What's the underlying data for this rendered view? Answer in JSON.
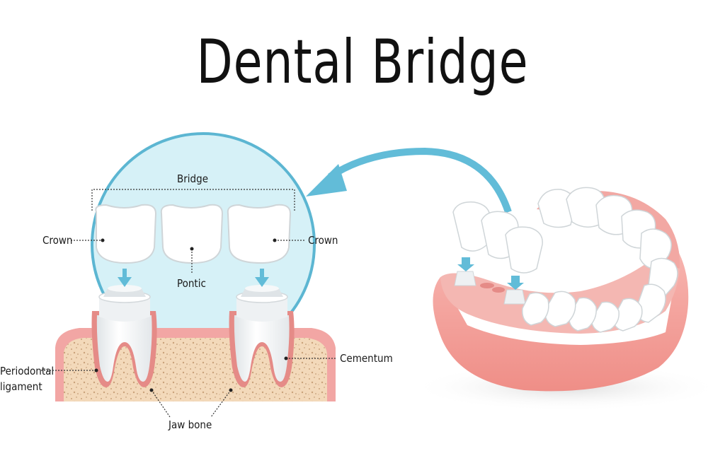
{
  "title": "Dental Bridge",
  "labels": {
    "bridge": "Bridge",
    "crown_left": "Crown",
    "crown_right": "Crown",
    "pontic": "Pontic",
    "cementum": "Cementum",
    "periodontal_line1": "Periodontal",
    "periodontal_line2": "ligament",
    "jaw_bone": "Jaw bone"
  },
  "colors": {
    "circle_fill": "#d6f1f7",
    "circle_stroke": "#5cb6d2",
    "arrow": "#62bcd8",
    "gum": "#f2a6a4",
    "gum_dark": "#e8807c",
    "bone": "#f3d9ba",
    "tooth": "#f4f6f7",
    "tooth_shade": "#d4d9dc"
  }
}
